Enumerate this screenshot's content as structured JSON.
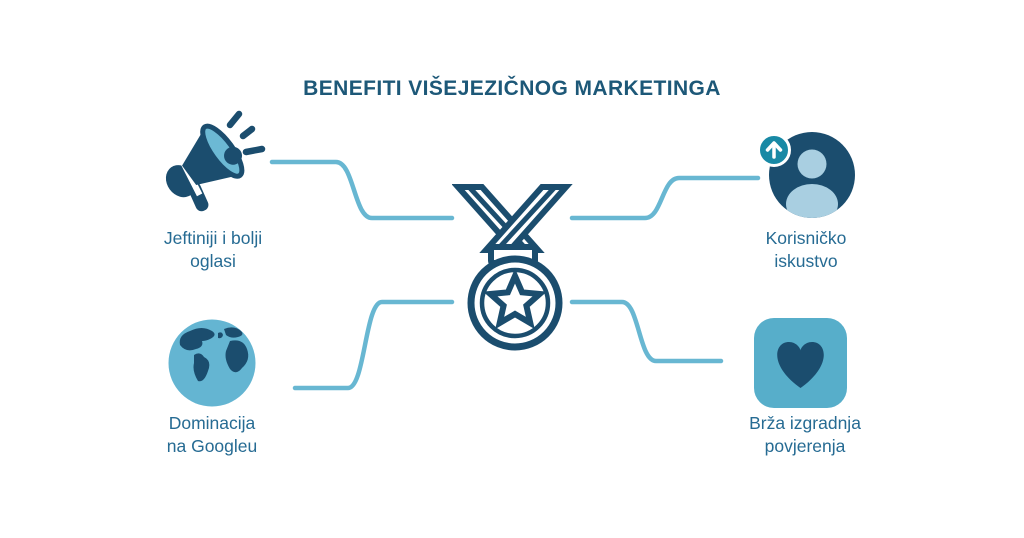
{
  "title": "BENEFITI VIŠEJEZIČNOG MARKETINGA",
  "center": {
    "icon": "medal-icon",
    "meaning": "marketing benefits hub"
  },
  "benefits": [
    {
      "id": "ads",
      "icon": "megaphone-icon",
      "position": "top-left",
      "label_line1": "Jeftiniji i bolji",
      "label_line2": "oglasi"
    },
    {
      "id": "ux",
      "icon": "user-profile-icon",
      "position": "top-right",
      "label_line1": "Korisničko",
      "label_line2": "iskustvo"
    },
    {
      "id": "google",
      "icon": "globe-icon",
      "position": "bottom-left",
      "label_line1": "Dominacija",
      "label_line2": "na Googleu"
    },
    {
      "id": "trust",
      "icon": "heart-icon",
      "position": "bottom-right",
      "label_line1": "Brža izgradnja",
      "label_line2": "povjerenja"
    }
  ],
  "colors": {
    "background": "#ffffff",
    "title_blue": "#1d5878",
    "label_blue": "#266b93",
    "icon_dark_blue": "#1b4d6e",
    "accent_light_blue": "#6cb9d4",
    "connector_blue": "#68b7d2",
    "globe_fill": "#64b5d2",
    "heart_tile": "#57aeca",
    "person_silhouette": "#a9cfe1",
    "badge_teal": "#1889a5"
  }
}
